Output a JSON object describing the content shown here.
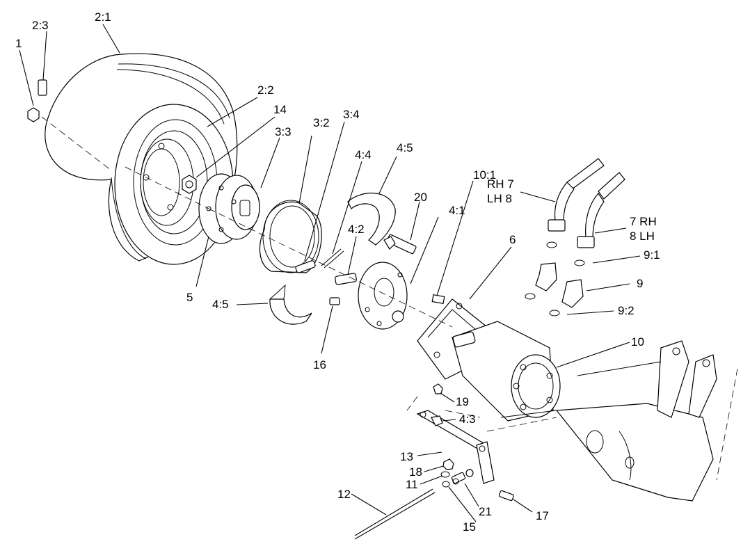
{
  "callouts": [
    {
      "id": "c-1",
      "text": "1"
    },
    {
      "id": "c-2-3",
      "text": "2:3"
    },
    {
      "id": "c-2-1",
      "text": "2:1"
    },
    {
      "id": "c-2-2",
      "text": "2:2"
    },
    {
      "id": "c-14",
      "text": "14"
    },
    {
      "id": "c-3-3",
      "text": "3:3"
    },
    {
      "id": "c-3-2",
      "text": "3:2"
    },
    {
      "id": "c-3-4",
      "text": "3:4"
    },
    {
      "id": "c-4-4",
      "text": "4:4"
    },
    {
      "id": "c-4-5-top",
      "text": "4:5"
    },
    {
      "id": "c-20",
      "text": "20"
    },
    {
      "id": "c-4-1",
      "text": "4:1"
    },
    {
      "id": "c-10-1",
      "text": "10:1"
    },
    {
      "id": "c-6",
      "text": "6"
    },
    {
      "id": "c-4-2",
      "text": "4:2"
    },
    {
      "id": "c-5",
      "text": "5"
    },
    {
      "id": "c-4-5-bottom",
      "text": "4:5"
    },
    {
      "id": "c-16",
      "text": "16"
    },
    {
      "id": "c-rh7",
      "text": "RH 7"
    },
    {
      "id": "c-lh8",
      "text": "LH 8"
    },
    {
      "id": "c-7rh",
      "text": "7 RH"
    },
    {
      "id": "c-8lh",
      "text": "8 LH"
    },
    {
      "id": "c-9-1",
      "text": "9:1"
    },
    {
      "id": "c-9",
      "text": "9"
    },
    {
      "id": "c-9-2",
      "text": "9:2"
    },
    {
      "id": "c-10",
      "text": "10"
    },
    {
      "id": "c-19",
      "text": "19"
    },
    {
      "id": "c-4-3",
      "text": "4:3"
    },
    {
      "id": "c-13",
      "text": "13"
    },
    {
      "id": "c-18",
      "text": "18"
    },
    {
      "id": "c-11",
      "text": "11"
    },
    {
      "id": "c-12",
      "text": "12"
    },
    {
      "id": "c-21",
      "text": "21"
    },
    {
      "id": "c-15",
      "text": "15"
    },
    {
      "id": "c-17",
      "text": "17"
    }
  ]
}
